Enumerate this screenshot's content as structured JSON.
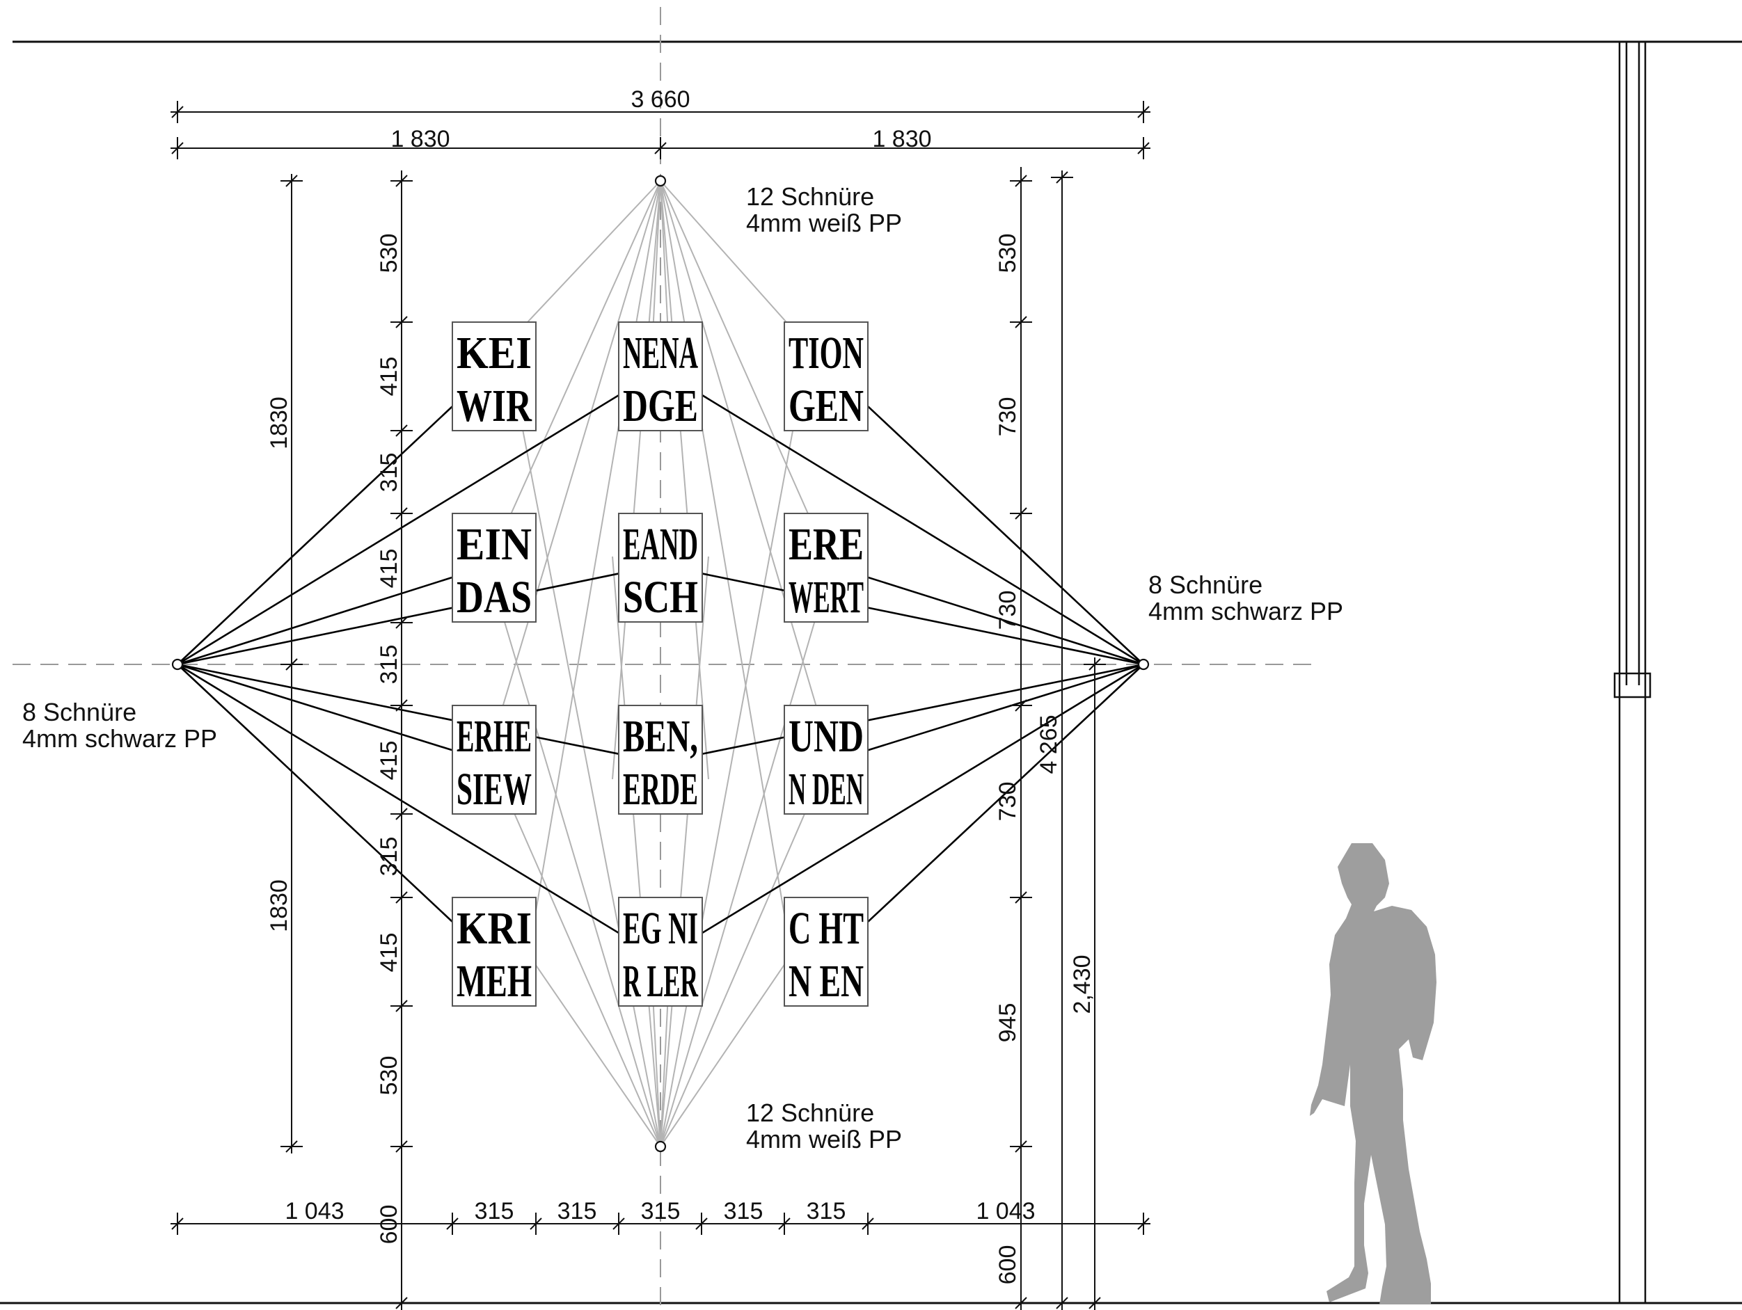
{
  "tiles": [
    {
      "row": 0,
      "col": 0,
      "line1": "KEI",
      "line2": "WIR"
    },
    {
      "row": 0,
      "col": 1,
      "line1": "NENA",
      "line2": "DGE"
    },
    {
      "row": 0,
      "col": 2,
      "line1": "TION",
      "line2": "GEN"
    },
    {
      "row": 1,
      "col": 0,
      "line1": "EIN",
      "line2": "DAS"
    },
    {
      "row": 1,
      "col": 1,
      "line1": "EAND",
      "line2": "SCH"
    },
    {
      "row": 1,
      "col": 2,
      "line1": "ERE",
      "line2": "WERT"
    },
    {
      "row": 2,
      "col": 0,
      "line1": "ERHE",
      "line2": "SIEW"
    },
    {
      "row": 2,
      "col": 1,
      "line1": "BEN,",
      "line2": "ERDE"
    },
    {
      "row": 2,
      "col": 2,
      "line1": "UND",
      "line2": "N DEN"
    },
    {
      "row": 3,
      "col": 0,
      "line1": "KRI",
      "line2": "MEH"
    },
    {
      "row": 3,
      "col": 1,
      "line1": "EG NI",
      "line2": "R LER"
    },
    {
      "row": 3,
      "col": 2,
      "line1": "C HT",
      "line2": "N EN"
    }
  ],
  "dimensions": {
    "total_width": "3 660",
    "half_width_left": "1 830",
    "half_width_right": "1 830",
    "left_height_top": "1830",
    "left_height_bottom": "1830",
    "col_top": "530",
    "col_tile_1": "415",
    "col_gap_1": "315",
    "col_tile_2": "415",
    "col_gap_2": "315",
    "col_tile_3": "415",
    "col_gap_3": "315",
    "col_tile_4": "415",
    "col_bottom": "530",
    "col_floor_left": "600",
    "right_top": "530",
    "right_seg_1": "730",
    "right_seg_2": "730",
    "right_seg_3": "730",
    "right_seg_4": "945",
    "right_floor": "600",
    "overall_height": "4 265",
    "anchor_height": "2,430",
    "bottom_left_margin": "1 043",
    "bottom_tile_1": "315",
    "bottom_gap_1": "315",
    "bottom_tile_2": "315",
    "bottom_gap_2": "315",
    "bottom_tile_3": "315",
    "bottom_right_margin": "1 043"
  },
  "notes": {
    "top_line1": "12 Schnüre",
    "top_line2": "4mm weiß PP",
    "bottom_line1": "12 Schnüre",
    "bottom_line2": "4mm weiß PP",
    "left_line1": "8 Schnüre",
    "left_line2": "4mm schwarz PP",
    "right_line1": "8 Schnüre",
    "right_line2": "4mm schwarz PP"
  },
  "colors": {
    "line": "#111111",
    "grey_cord": "#b3b3b3",
    "black_cord": "#000000",
    "figure": "#9e9e9e"
  }
}
